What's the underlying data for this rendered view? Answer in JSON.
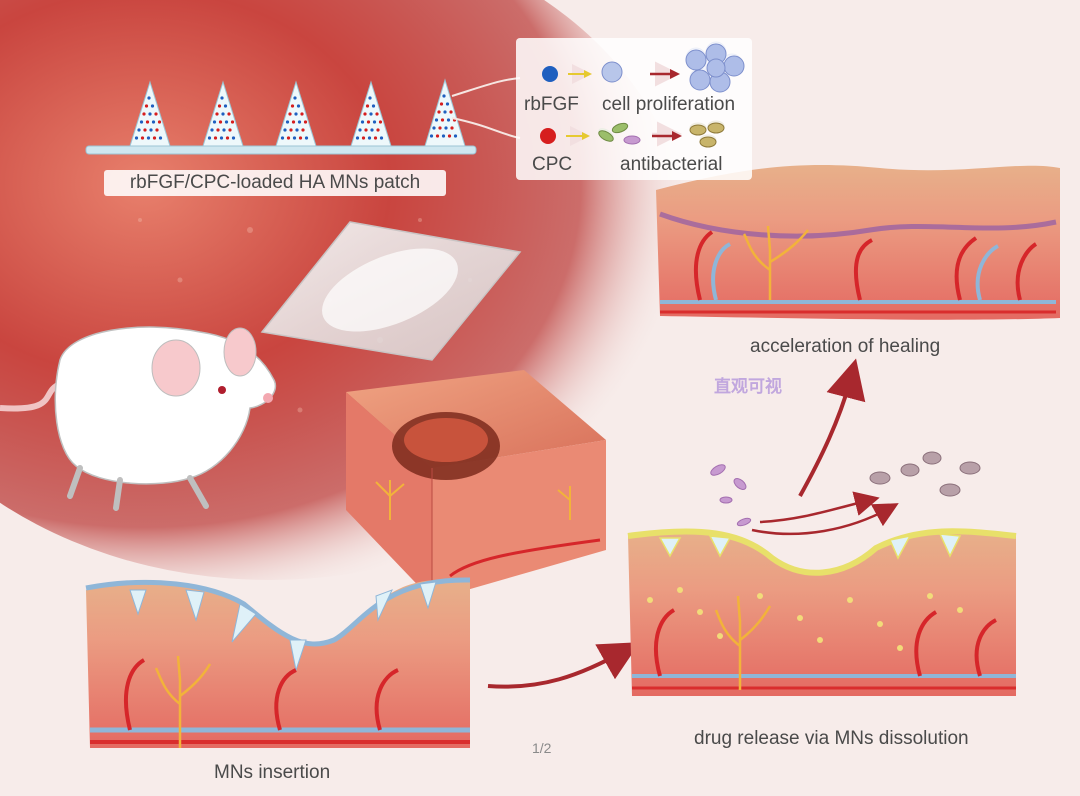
{
  "labels": {
    "patch": "rbFGF/CPC-loaded HA MNs patch",
    "rbfgf": "rbFGF",
    "cell_proliferation": "cell proliferation",
    "cpc": "CPC",
    "antibacterial": "antibacterial",
    "acceleration": "acceleration of healing",
    "drug_release": "drug release via MNs dissolution",
    "insertion": "MNs insertion",
    "page_indicator": "1/2",
    "watermark": "直观可视"
  },
  "colors": {
    "rbfgf_dot": "#1f5fbf",
    "cpc_dot": "#d61e1e",
    "arrow": "#a8282e",
    "background_wound": "#c54a43",
    "skin_tissue": "#e98a7a",
    "blood_vessel": "#d6262a",
    "nerve": "#f2b33a",
    "needle": "#9fd0e8"
  },
  "icons": [
    "mouse-icon",
    "microneedle-patch-icon",
    "cell-cluster-icon",
    "bacteria-icon",
    "wound-block-icon"
  ]
}
